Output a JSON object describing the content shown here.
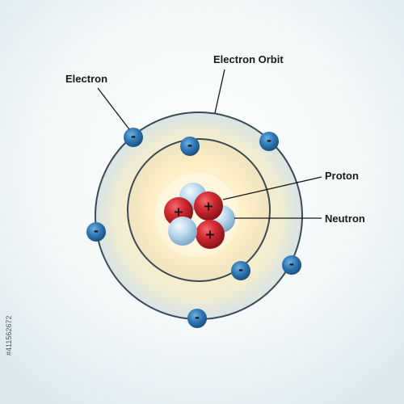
{
  "labels": {
    "electron": "Electron",
    "electron_orbit": "Electron Orbit",
    "proton": "Proton",
    "neutron": "Neutron"
  },
  "signs": {
    "electron": "-",
    "proton": "+"
  },
  "stock_id": "#411562672",
  "colors": {
    "background_center": "#ffffff",
    "background_edge": "#dcebef",
    "orbit_fill_inner": "#fdf3cf",
    "orbit_fill_outer": "#d9e6e8",
    "orbit_line": "#3c4a55",
    "electron": "#2e78b5",
    "proton": "#c4232b",
    "neutron": "#a9cfe8",
    "label_text": "#1a1a1a"
  }
}
